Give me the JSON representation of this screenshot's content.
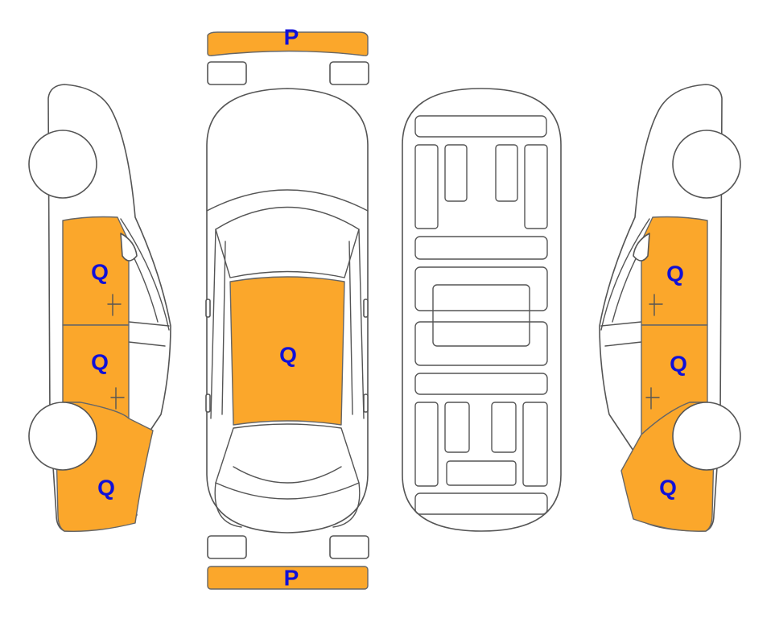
{
  "colors": {
    "highlight": "#FBA72B",
    "label": "#1010D8",
    "outline": "#555555"
  },
  "labels": {
    "front_bumper": "P",
    "rear_bumper": "P",
    "roof": "Q",
    "left_front_door": "Q",
    "left_rear_door": "Q",
    "left_rear_quarter": "Q",
    "right_front_door": "Q",
    "right_rear_door": "Q",
    "right_rear_quarter": "Q"
  }
}
